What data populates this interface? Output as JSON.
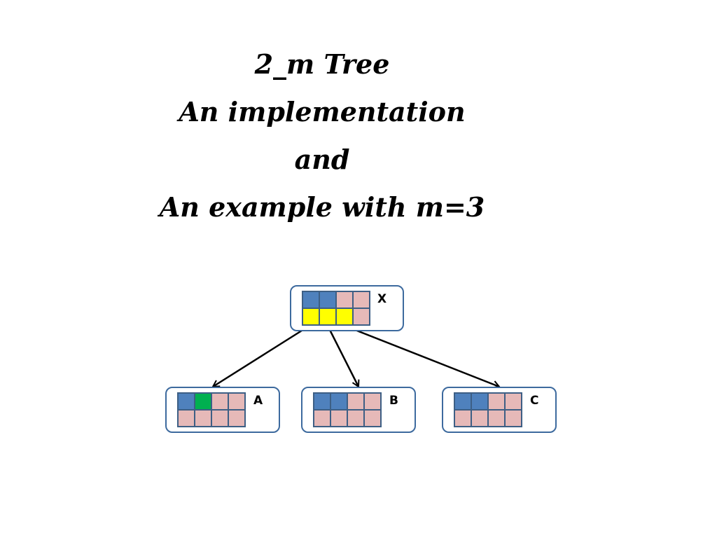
{
  "title": {
    "lines": [
      "2_m Tree",
      "An implementation",
      "and",
      "An example with m=3"
    ]
  },
  "colors": {
    "used_key": "#4f81bd",
    "free_slot": "#e6b9b8",
    "child_pointer": "#ffff00",
    "highlight": "#00b050",
    "node_border": "#3d6a9e",
    "edge": "#000000"
  },
  "tree": {
    "root": {
      "label": "X",
      "row1": [
        "used_key",
        "used_key",
        "free_slot",
        "free_slot"
      ],
      "row2": [
        "child_pointer",
        "child_pointer",
        "child_pointer",
        "free_slot"
      ]
    },
    "children": [
      {
        "label": "A",
        "row1": [
          "used_key",
          "highlight",
          "free_slot",
          "free_slot"
        ],
        "row2": [
          "free_slot",
          "free_slot",
          "free_slot",
          "free_slot"
        ]
      },
      {
        "label": "B",
        "row1": [
          "used_key",
          "used_key",
          "free_slot",
          "free_slot"
        ],
        "row2": [
          "free_slot",
          "free_slot",
          "free_slot",
          "free_slot"
        ]
      },
      {
        "label": "C",
        "row1": [
          "used_key",
          "used_key",
          "free_slot",
          "free_slot"
        ],
        "row2": [
          "free_slot",
          "free_slot",
          "free_slot",
          "free_slot"
        ]
      }
    ]
  }
}
